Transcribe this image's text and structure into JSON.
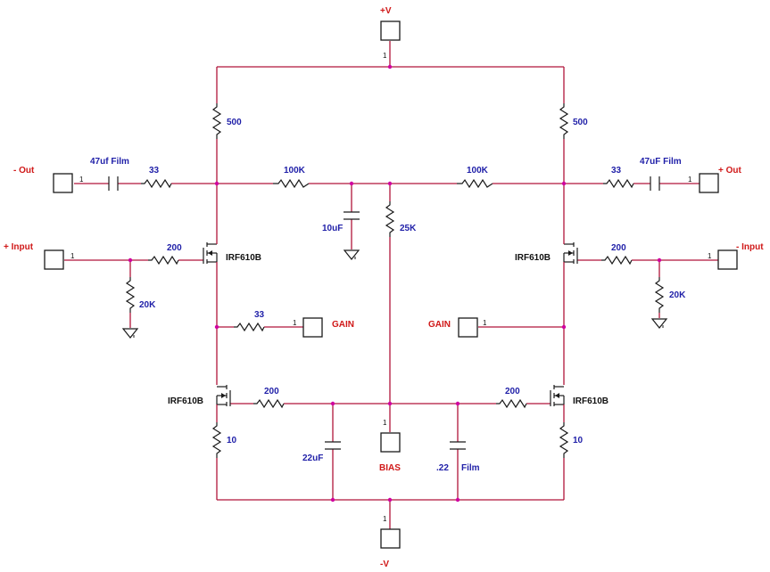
{
  "ports": {
    "vplus": "+V",
    "vminus": "-V",
    "out_minus": "- Out",
    "out_plus": "+ Out",
    "in_plus": "+ Input",
    "in_minus": "- Input",
    "gain_left": "GAIN",
    "gain_right": "GAIN",
    "bias": "BIAS",
    "pin_number": "1"
  },
  "resistors": {
    "top_left": "500",
    "top_right": "500",
    "out_left": "33",
    "out_right": "33",
    "fb_left": "100K",
    "fb_right": "100K",
    "center": "25K",
    "gate_in_left": "200",
    "gate_in_right": "200",
    "bias_in_left": "20K",
    "bias_in_right": "20K",
    "gain": "33",
    "gate_low_left": "200",
    "gate_low_right": "200",
    "src_left": "10",
    "src_right": "10"
  },
  "capacitors": {
    "out_left": "47uf Film",
    "out_right": "47uF Film",
    "mid": "10uF",
    "low_left": "22uF",
    "low_right_value": ".22",
    "low_right_type": "Film"
  },
  "transistors": {
    "q1": "IRF610B",
    "q2": "IRF610B",
    "q3": "IRF610B",
    "q4": "IRF610B"
  },
  "colors": {
    "wire": "#b0153a",
    "value_text": "#1f1fa8",
    "label_text": "#d01818",
    "junction": "#d000a0"
  }
}
